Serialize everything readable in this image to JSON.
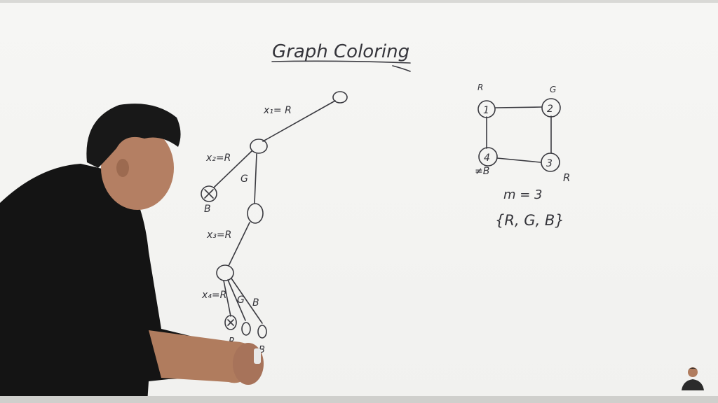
{
  "board": {
    "title": "Graph Coloring",
    "tree_labels": {
      "x1": "x₁= R",
      "x2": "x₂=R",
      "g1": "G",
      "b1": "B",
      "x3": "x₃=R",
      "x4": "x₄=R",
      "g2": "G",
      "b2": "B",
      "leaf_r": "R",
      "leaf_b": "B"
    },
    "graph": {
      "vertices": [
        {
          "id": "1",
          "color": "R"
        },
        {
          "id": "2",
          "color": "G"
        },
        {
          "id": "3",
          "color": "R"
        },
        {
          "id": "4",
          "color": "≠B"
        }
      ],
      "m_label": "m = 3",
      "set_label": "{R, G, B}"
    }
  },
  "colors": {
    "ink": "#3a3a40",
    "board": "#f4f4f2",
    "shirt": "#141414"
  },
  "icons": {
    "pruned": "cross-icon",
    "channel": "presenter-avatar-icon"
  }
}
